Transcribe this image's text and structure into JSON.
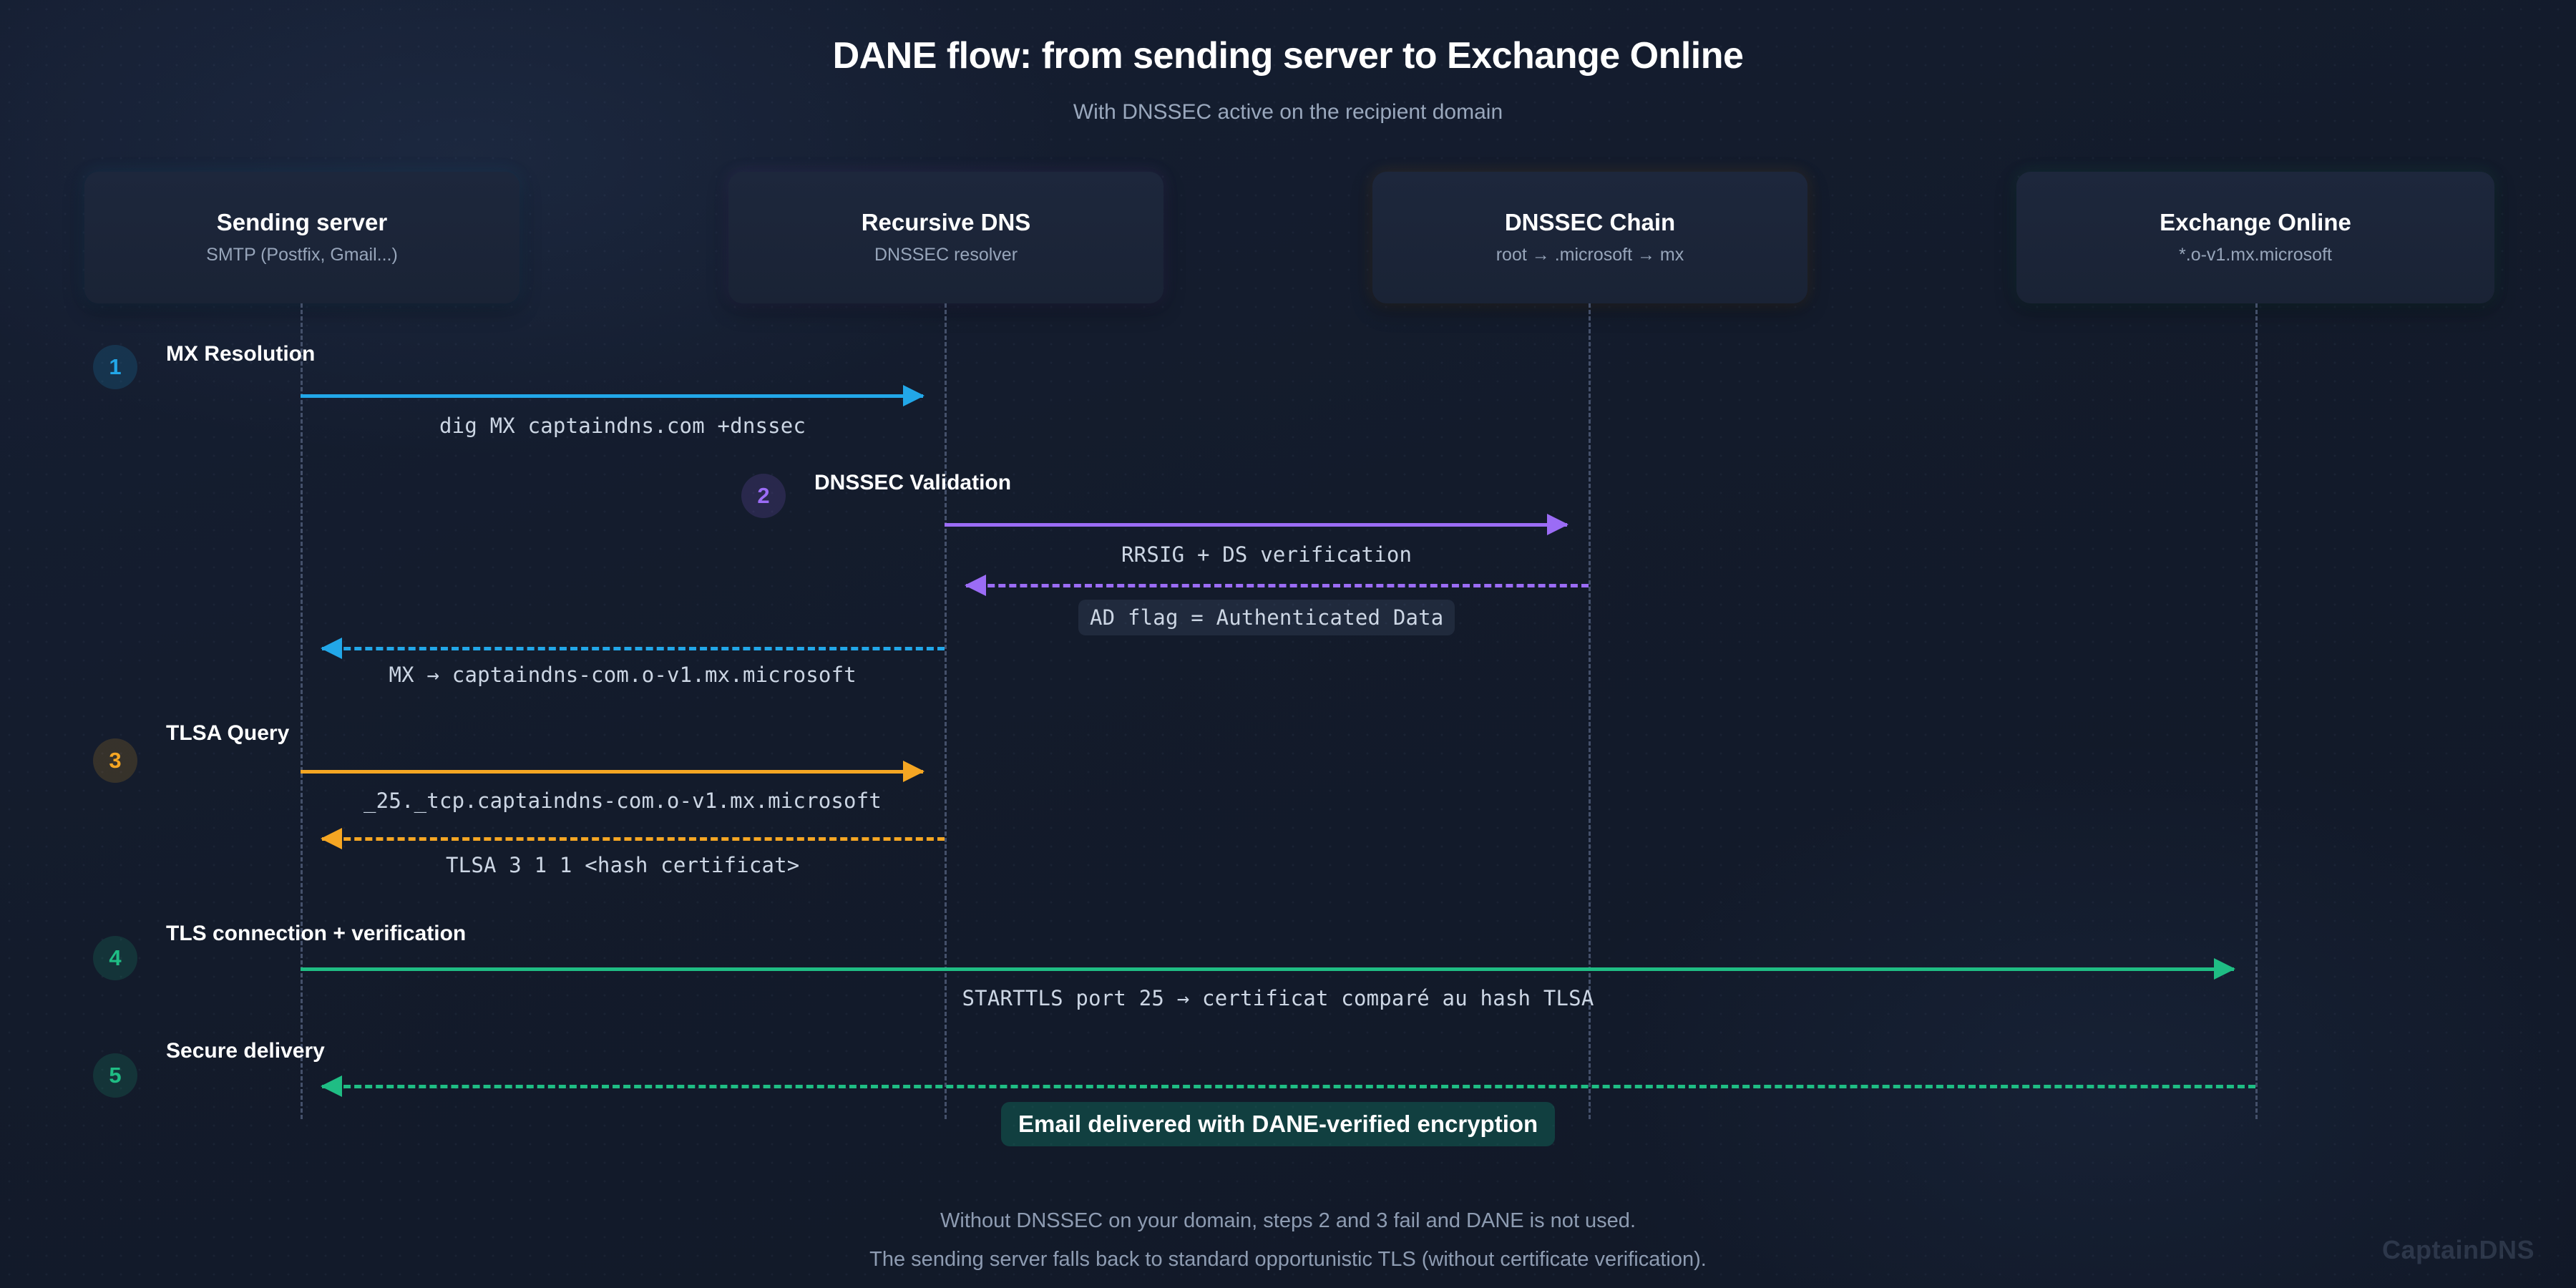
{
  "header": {
    "title": "DANE flow: from sending server to Exchange Online",
    "subtitle": "With DNSSEC active on the recipient domain"
  },
  "colors": {
    "background": "#141c2e",
    "cyan": "#22a7e8",
    "purple": "#9b6cf5",
    "orange": "#f5a623",
    "green": "#1fbd84",
    "lifeline": "#44506a",
    "text": "#ffffff",
    "muted": "#97a5ba"
  },
  "actors": [
    {
      "name": "Sending server",
      "detail": "SMTP (Postfix, Gmail...)",
      "color": "#22a7e8"
    },
    {
      "name": "Recursive DNS",
      "detail": "DNSSEC resolver",
      "color": "#9b6cf5"
    },
    {
      "name": "DNSSEC Chain",
      "detail": "root → .microsoft → mx",
      "color": "#f5a623"
    },
    {
      "name": "Exchange Online",
      "detail": "*.o-v1.mx.microsoft",
      "color": "#1fbd84"
    }
  ],
  "steps": [
    {
      "number": "1",
      "label": "MX Resolution",
      "color": "#22a7e8"
    },
    {
      "number": "2",
      "label": "DNSSEC Validation",
      "color": "#9b6cf5"
    },
    {
      "number": "3",
      "label": "TLSA Query",
      "color": "#f5a623"
    },
    {
      "number": "4",
      "label": "TLS connection + verification",
      "color": "#1fbd84"
    },
    {
      "number": "5",
      "label": "Secure delivery",
      "color": "#1fbd84"
    }
  ],
  "messages": [
    {
      "text": "dig MX captaindns.com +dnssec",
      "step": "1",
      "direction": "right",
      "style": "solid"
    },
    {
      "text": "RRSIG + DS verification",
      "step": "2",
      "direction": "right",
      "style": "solid"
    },
    {
      "text": "AD flag = Authenticated Data",
      "step": "2",
      "direction": "left",
      "style": "dashed",
      "highlight": true
    },
    {
      "text": "MX → captaindns-com.o-v1.mx.microsoft",
      "step": "1",
      "direction": "left",
      "style": "dashed"
    },
    {
      "text": "_25._tcp.captaindns-com.o-v1.mx.microsoft",
      "step": "3",
      "direction": "right",
      "style": "solid"
    },
    {
      "text": "TLSA 3 1 1 <hash certificat>",
      "step": "3",
      "direction": "left",
      "style": "dashed"
    },
    {
      "text": "STARTTLS port 25 → certificat comparé au hash TLSA",
      "step": "4",
      "direction": "right",
      "style": "solid"
    },
    {
      "text": "Email delivered with DANE-verified encryption",
      "step": "5",
      "direction": "left",
      "style": "dashed",
      "banner": true
    }
  ],
  "footer": {
    "line1": "Without DNSSEC on your domain, steps 2 and 3 fail and DANE is not used.",
    "line2": "The sending server falls back to standard opportunistic TLS (without certificate verification)."
  },
  "watermark": "CaptainDNS"
}
